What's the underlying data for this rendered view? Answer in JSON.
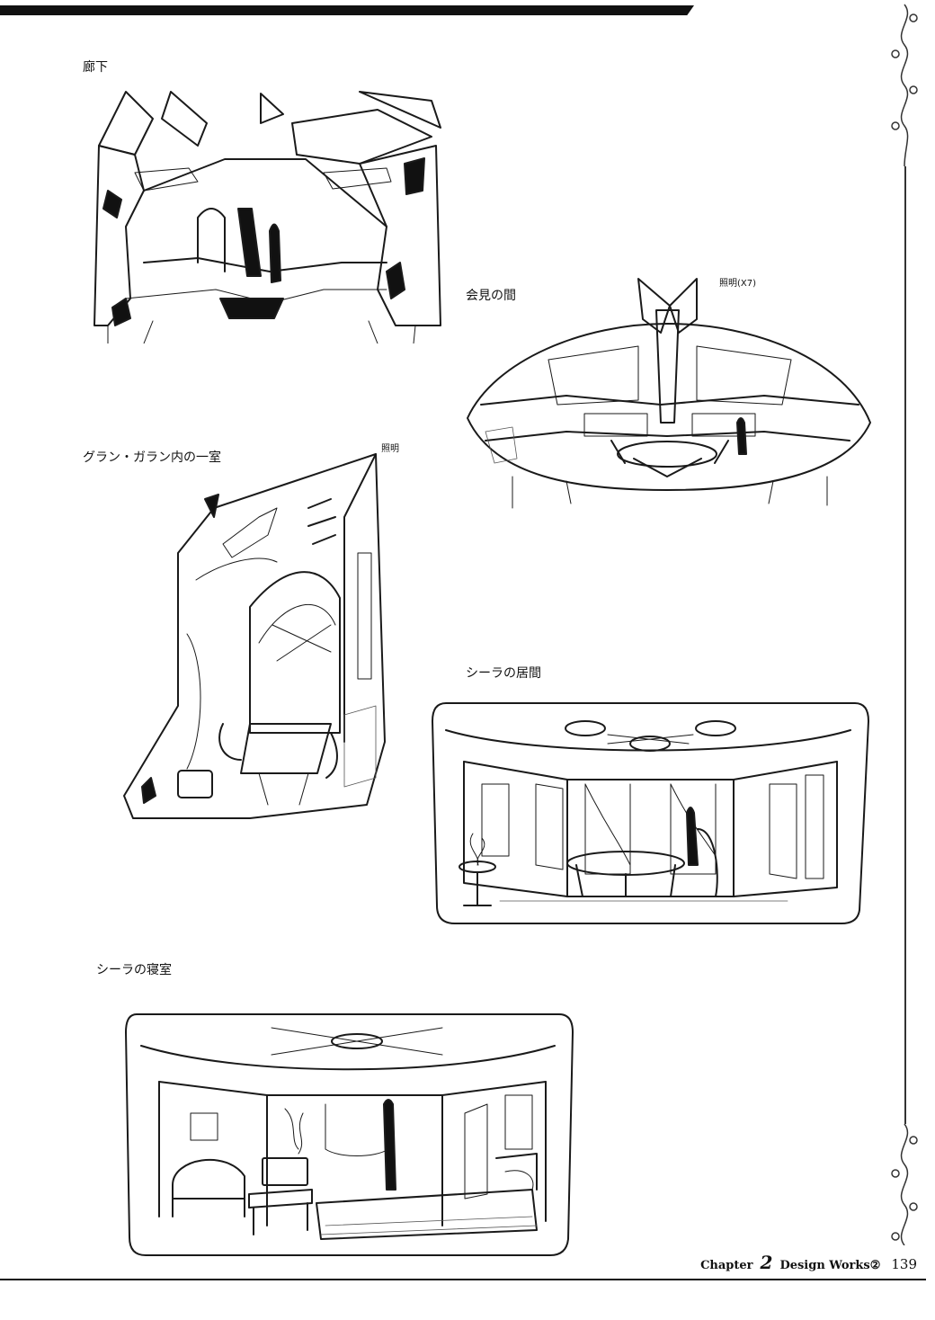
{
  "sections": {
    "corridor": {
      "caption": "廊下"
    },
    "audience_room": {
      "caption": "会見の間",
      "note": "照明(X7)"
    },
    "gran_garan_room": {
      "caption": "グラン・ガラン内の一室",
      "note": "照明"
    },
    "shiera_living": {
      "caption": "シーラの居間"
    },
    "shiera_bedroom": {
      "caption": "シーラの寝室"
    }
  },
  "footer": {
    "chapter_label": "Chapter",
    "chapter_number": "2",
    "section": "Design Works②",
    "page": "139"
  }
}
